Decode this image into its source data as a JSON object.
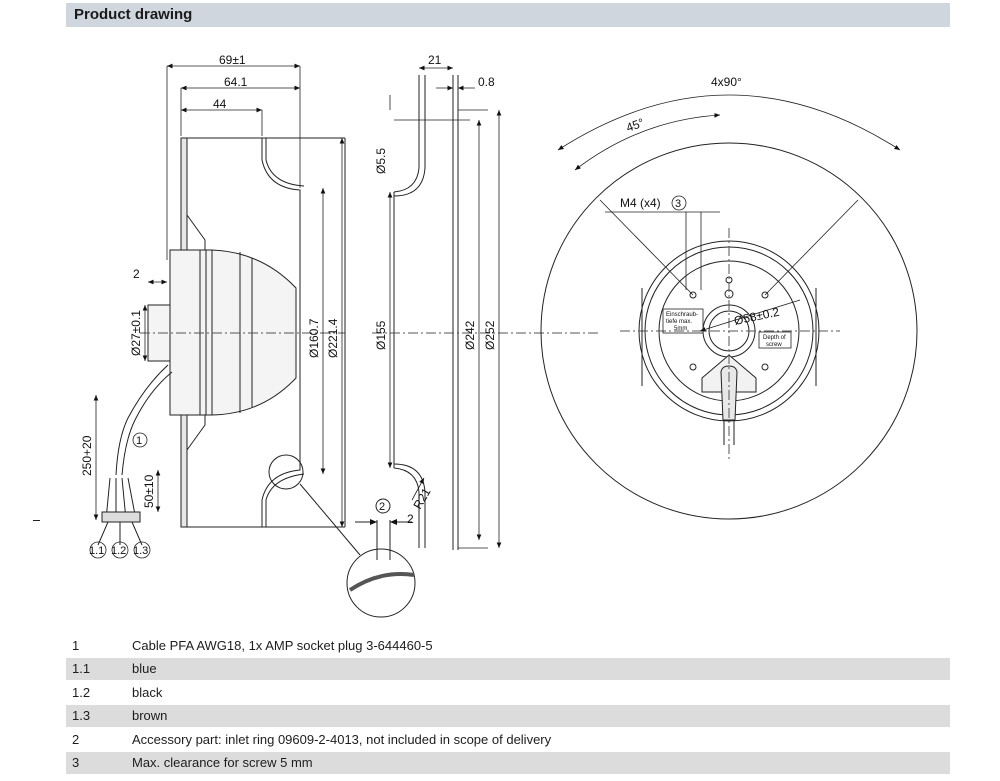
{
  "header": {
    "title": "Product drawing"
  },
  "dimensions": {
    "side": [
      "69±1",
      "64.1",
      "44",
      "2",
      "Ø27±0.1",
      "Ø160.7",
      "Ø221.4",
      "250+20",
      "50±10"
    ],
    "section": [
      "21",
      "0.8",
      "Ø5.5",
      "Ø155",
      "Ø242",
      "Ø252",
      "R21",
      "2"
    ],
    "front": [
      "4x90°",
      "45°",
      "M4 (x4)",
      "Ø58±0.2"
    ]
  },
  "callouts": [
    "1",
    "1.1",
    "1.2",
    "1.3",
    "2",
    "3"
  ],
  "front_labels": {
    "screw_de": [
      "Einschraub-",
      "tiefe max.",
      "5mm"
    ],
    "screw_en": [
      "Depth of",
      "screw"
    ]
  },
  "legend": [
    {
      "key": "1",
      "text": "Cable PFA AWG18, 1x AMP socket plug 3-644460-5"
    },
    {
      "key": "1.1",
      "text": "blue"
    },
    {
      "key": "1.2",
      "text": "black"
    },
    {
      "key": "1.3",
      "text": "brown"
    },
    {
      "key": "2",
      "text": "Accessory part: inlet ring 09609-2-4013, not included in scope of delivery"
    },
    {
      "key": "3",
      "text": "Max. clearance for screw 5 mm"
    }
  ]
}
